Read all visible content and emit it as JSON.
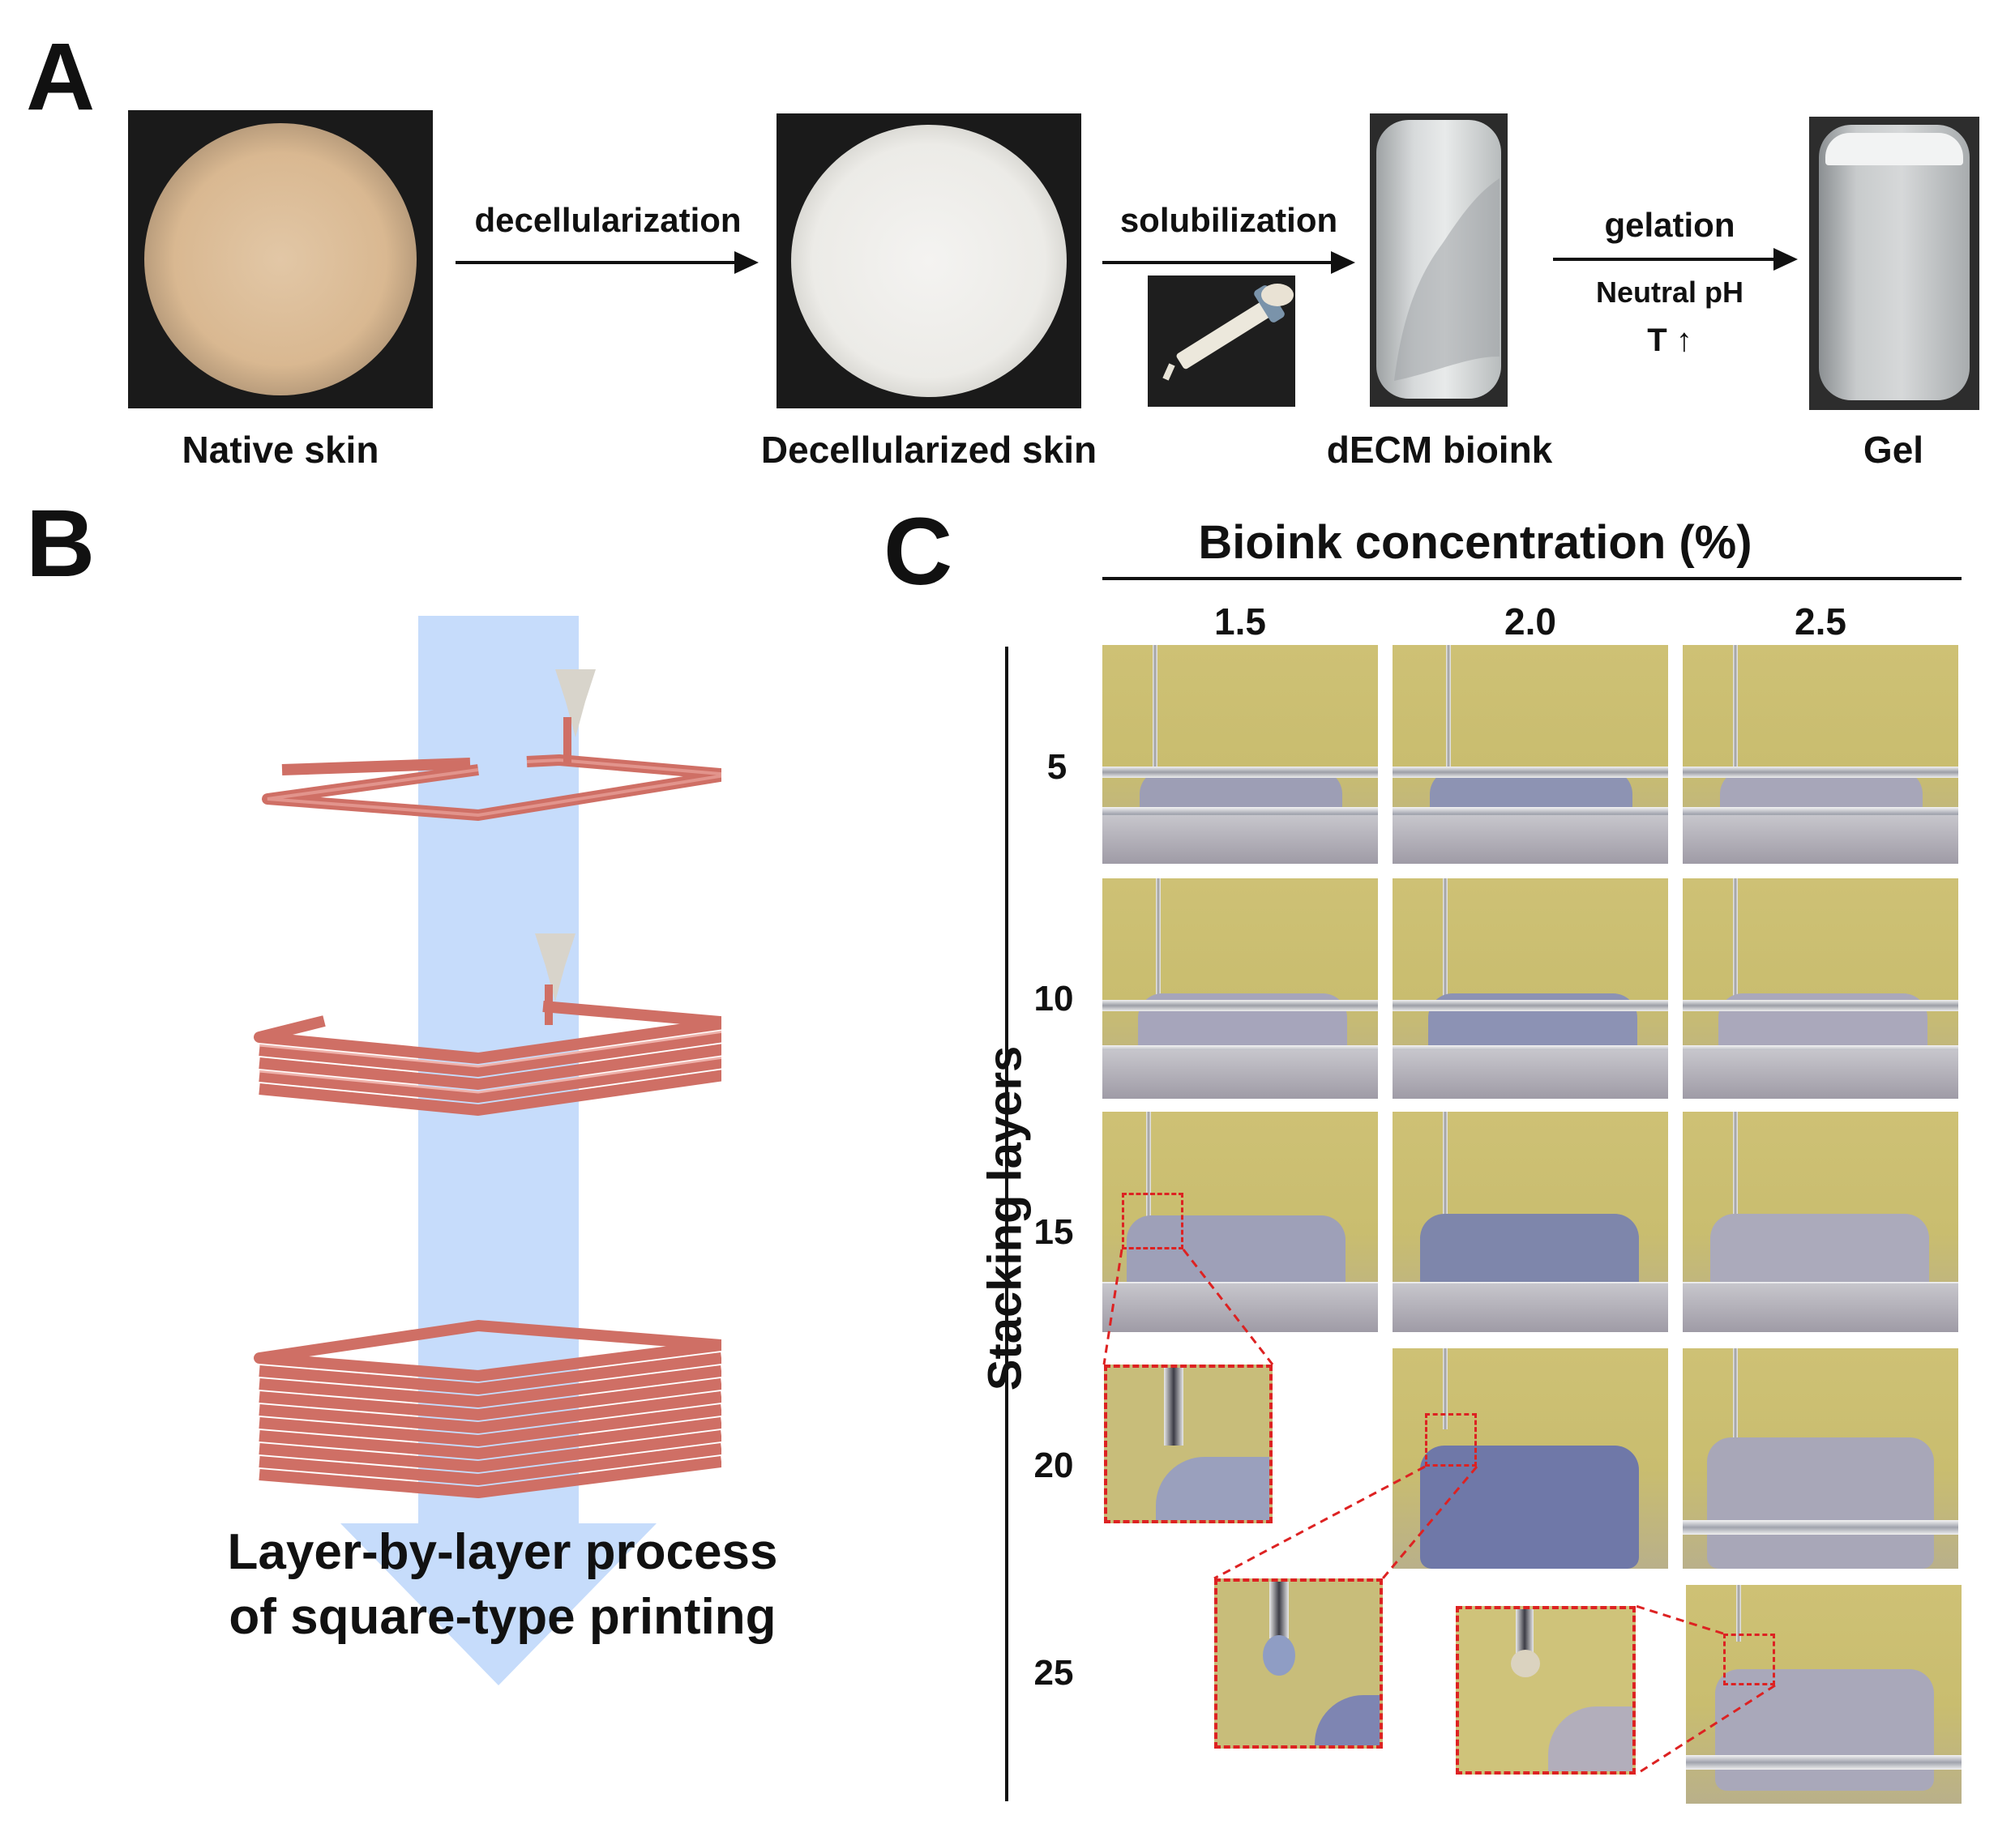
{
  "panel_a": {
    "letter": "A",
    "steps": [
      "decellularization",
      "solubilization",
      "gelation"
    ],
    "gelation_conditions": [
      "Neutral pH",
      "T ↑"
    ],
    "captions": [
      "Native skin",
      "Decellularized skin",
      "dECM bioink",
      "Gel"
    ]
  },
  "panel_b": {
    "letter": "B",
    "caption_line1": "Layer-by-layer process",
    "caption_line2": "of square-type printing"
  },
  "panel_c": {
    "letter": "C",
    "column_header": "Bioink concentration (%)",
    "columns": [
      "1.5",
      "2.0",
      "2.5"
    ],
    "row_axis_label": "Stacking layers",
    "rows": [
      "5",
      "10",
      "15",
      "20",
      "25"
    ]
  },
  "colors": {
    "filament": "#cf6f65",
    "arrow_band": "#c6dcfb",
    "zoom_border": "#dd2222",
    "photo_bg": "#cdbf72"
  }
}
